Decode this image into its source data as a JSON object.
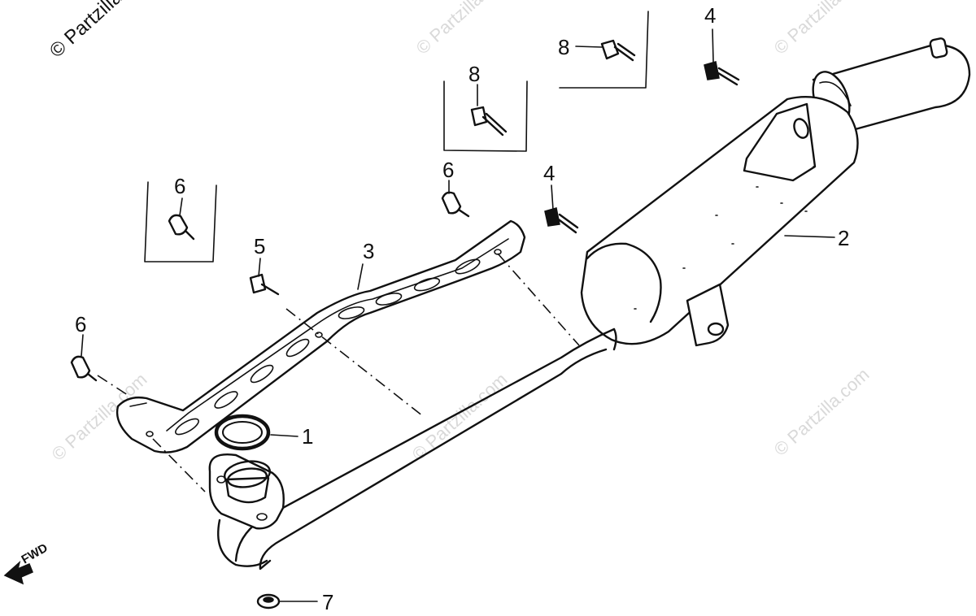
{
  "watermark": {
    "corner_text": "© Partzilla.com",
    "text": "© Partzilla.com"
  },
  "direction_label": "FWD",
  "callouts": [
    {
      "number": "1"
    },
    {
      "number": "2"
    },
    {
      "number": "3"
    },
    {
      "number": "4"
    },
    {
      "number": "4"
    },
    {
      "number": "5"
    },
    {
      "number": "6"
    },
    {
      "number": "6"
    },
    {
      "number": "6"
    },
    {
      "number": "7"
    },
    {
      "number": "8"
    },
    {
      "number": "8"
    }
  ]
}
